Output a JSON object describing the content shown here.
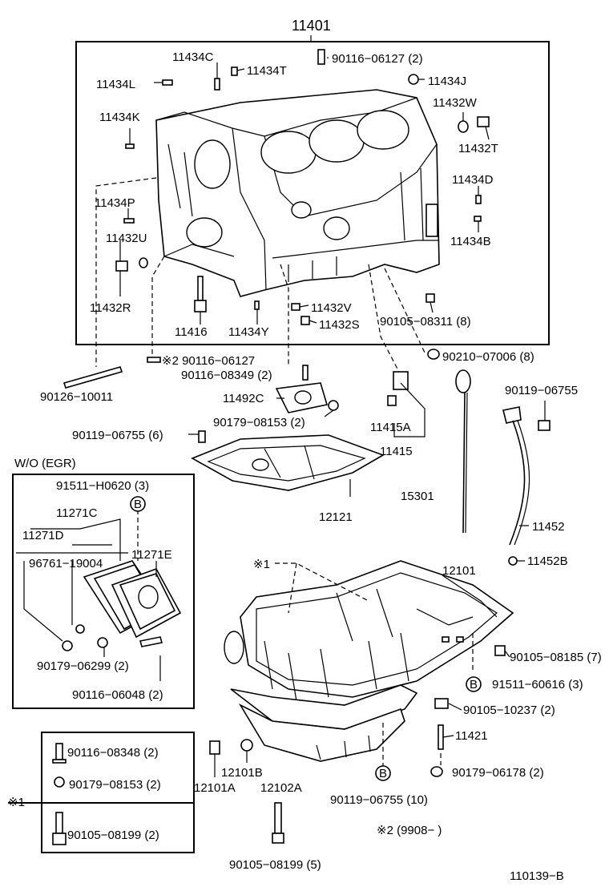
{
  "labels": {
    "l11401": "11401",
    "l11434C": "11434C",
    "l11434T": "11434T",
    "l90116_06127_2": "90116−06127 (2)",
    "l11434L": "11434L",
    "l11434J": "11434J",
    "l11432W": "11432W",
    "l11434K": "11434K",
    "l11432T": "11432T",
    "l11434D": "11434D",
    "l11434P": "11434P",
    "l11432U": "11432U",
    "l11434B": "11434B",
    "l11432R": "11432R",
    "l11416": "11416",
    "l11434Y": "11434Y",
    "l11432V": "11432V",
    "l11432S": "11432S",
    "l90105_08311": "90105−08311 (8)",
    "l90116_06127_star": "※2 90116−06127",
    "l90116_08349": "90116−08349 (2)",
    "l90210_07006": "90210−07006 (8)",
    "l90126_10011": "90126−10011",
    "l11492C": "11492C",
    "l90119_06755_r": "90119−06755",
    "l90179_08153_2a": "90179−08153 (2)",
    "l11415A": "11415A",
    "l90119_06755_6": "90119−06755 (6)",
    "l11415": "11415",
    "wo_egr": "W/O (EGR)",
    "l91511_H0620": "91511−H0620 (3)",
    "b_circle_1": "B",
    "l11271C": "11271C",
    "l11271D": "11271D",
    "l11271E": "11271E",
    "l96761_19004": "96761−19004",
    "l90179_06299": "90179−06299 (2)",
    "l90116_06048": "90116−06048 (2)",
    "l12121": "12121",
    "l15301": "15301",
    "l11452": "11452",
    "l11452B": "11452B",
    "star1_top": "※1",
    "l12101": "12101",
    "l90105_08185": "90105−08185 (7)",
    "b_circle_2": "B",
    "l91511_60616": "91511−60616 (3)",
    "l90105_10237": "90105−10237 (2)",
    "l11421": "11421",
    "l90179_06178": "90179−06178 (2)",
    "b_circle_3": "B",
    "l90119_06755_10": "90119−06755 (10)",
    "l12101B": "12101B",
    "l12101A": "12101A",
    "l12102A": "12102A",
    "l90116_08348": "90116−08348 (2)",
    "l90179_08153_2b": "90179−08153 (2)",
    "star1_left": "※1",
    "l90105_08199_2": "90105−08199 (2)",
    "l90105_08199_5": "90105−08199 (5)",
    "note_star2": "※2 (9908−     )",
    "diagram_code": "110139−B"
  }
}
